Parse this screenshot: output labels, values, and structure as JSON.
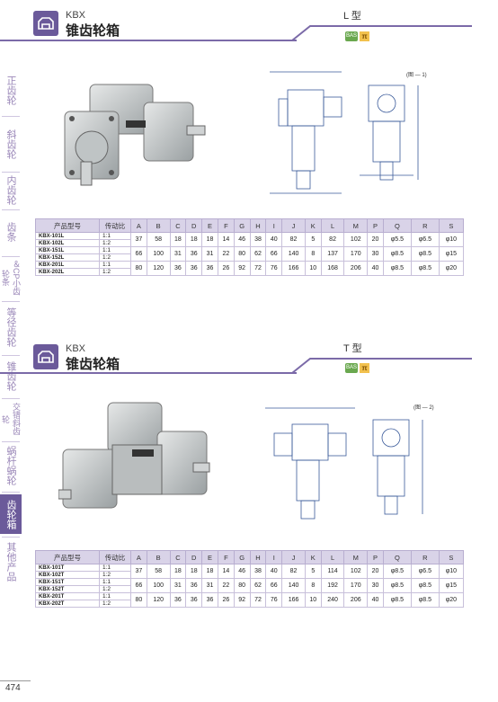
{
  "sidebar": {
    "items": [
      {
        "label": "正齿轮"
      },
      {
        "label": "斜齿轮"
      },
      {
        "label": "内齿轮"
      },
      {
        "label": "齿条"
      },
      {
        "label": "＆CP小齿轮条"
      },
      {
        "label": "等径齿轮"
      },
      {
        "label": "锥齿轮"
      },
      {
        "label": "交错斜齿轮"
      },
      {
        "label": "蜗杆蜗轮"
      },
      {
        "label": "齿轮箱",
        "active": true
      },
      {
        "label": "其他产品"
      }
    ]
  },
  "sections": [
    {
      "brand": "KBX",
      "title": "锥齿轮箱",
      "type_label": "L 型",
      "figure_label": "(图 — 1)",
      "table": {
        "headers": [
          "产品型号",
          "传动比",
          "A",
          "B",
          "C",
          "D",
          "E",
          "F",
          "G",
          "H",
          "I",
          "J",
          "K",
          "L",
          "M",
          "P",
          "Q",
          "R",
          "S"
        ],
        "groups": [
          {
            "models": [
              "KBX-101L",
              "KBX-102L"
            ],
            "ratios": [
              "1:1",
              "1:2"
            ],
            "vals": [
              "37",
              "58",
              "18",
              "18",
              "18",
              "14",
              "46",
              "38",
              "40",
              "82",
              "5",
              "82",
              "102",
              "20",
              "φ5.5",
              "φ6.5",
              "φ10"
            ]
          },
          {
            "models": [
              "KBX-151L",
              "KBX-152L"
            ],
            "ratios": [
              "1:1",
              "1:2"
            ],
            "vals": [
              "66",
              "100",
              "31",
              "36",
              "31",
              "22",
              "80",
              "62",
              "66",
              "140",
              "8",
              "137",
              "170",
              "30",
              "φ8.5",
              "φ8.5",
              "φ15"
            ]
          },
          {
            "models": [
              "KBX-201L",
              "KBX-202L"
            ],
            "ratios": [
              "1:1",
              "1:2"
            ],
            "vals": [
              "80",
              "120",
              "36",
              "36",
              "36",
              "26",
              "92",
              "72",
              "76",
              "166",
              "10",
              "168",
              "206",
              "40",
              "φ8.5",
              "φ8.5",
              "φ20"
            ]
          }
        ]
      }
    },
    {
      "brand": "KBX",
      "title": "锥齿轮箱",
      "type_label": "T 型",
      "figure_label": "(图 — 2)",
      "table": {
        "headers": [
          "产品型号",
          "传动比",
          "A",
          "B",
          "C",
          "D",
          "E",
          "F",
          "G",
          "H",
          "I",
          "J",
          "K",
          "L",
          "M",
          "P",
          "Q",
          "R",
          "S"
        ],
        "groups": [
          {
            "models": [
              "KBX-101T",
              "KBX-102T"
            ],
            "ratios": [
              "1:1",
              "1:2"
            ],
            "vals": [
              "37",
              "58",
              "18",
              "18",
              "18",
              "14",
              "46",
              "38",
              "40",
              "82",
              "5",
              "114",
              "102",
              "20",
              "φ8.5",
              "φ6.5",
              "φ10"
            ]
          },
          {
            "models": [
              "KBX-151T",
              "KBX-152T"
            ],
            "ratios": [
              "1:1",
              "1:2"
            ],
            "vals": [
              "66",
              "100",
              "31",
              "36",
              "31",
              "22",
              "80",
              "62",
              "66",
              "140",
              "8",
              "192",
              "170",
              "30",
              "φ8.5",
              "φ8.5",
              "φ15"
            ]
          },
          {
            "models": [
              "KBX-201T",
              "KBX-202T"
            ],
            "ratios": [
              "1:1",
              "1:2"
            ],
            "vals": [
              "80",
              "120",
              "36",
              "36",
              "36",
              "26",
              "92",
              "72",
              "76",
              "166",
              "10",
              "240",
              "206",
              "40",
              "φ8.5",
              "φ8.5",
              "φ20"
            ]
          }
        ]
      }
    }
  ],
  "badges": {
    "left": "BAS",
    "right": "π"
  },
  "page_number": "474",
  "colors": {
    "accent": "#6b5a9a",
    "sidebar_text": "#9a87b8",
    "table_header": "#d9d3e8"
  }
}
